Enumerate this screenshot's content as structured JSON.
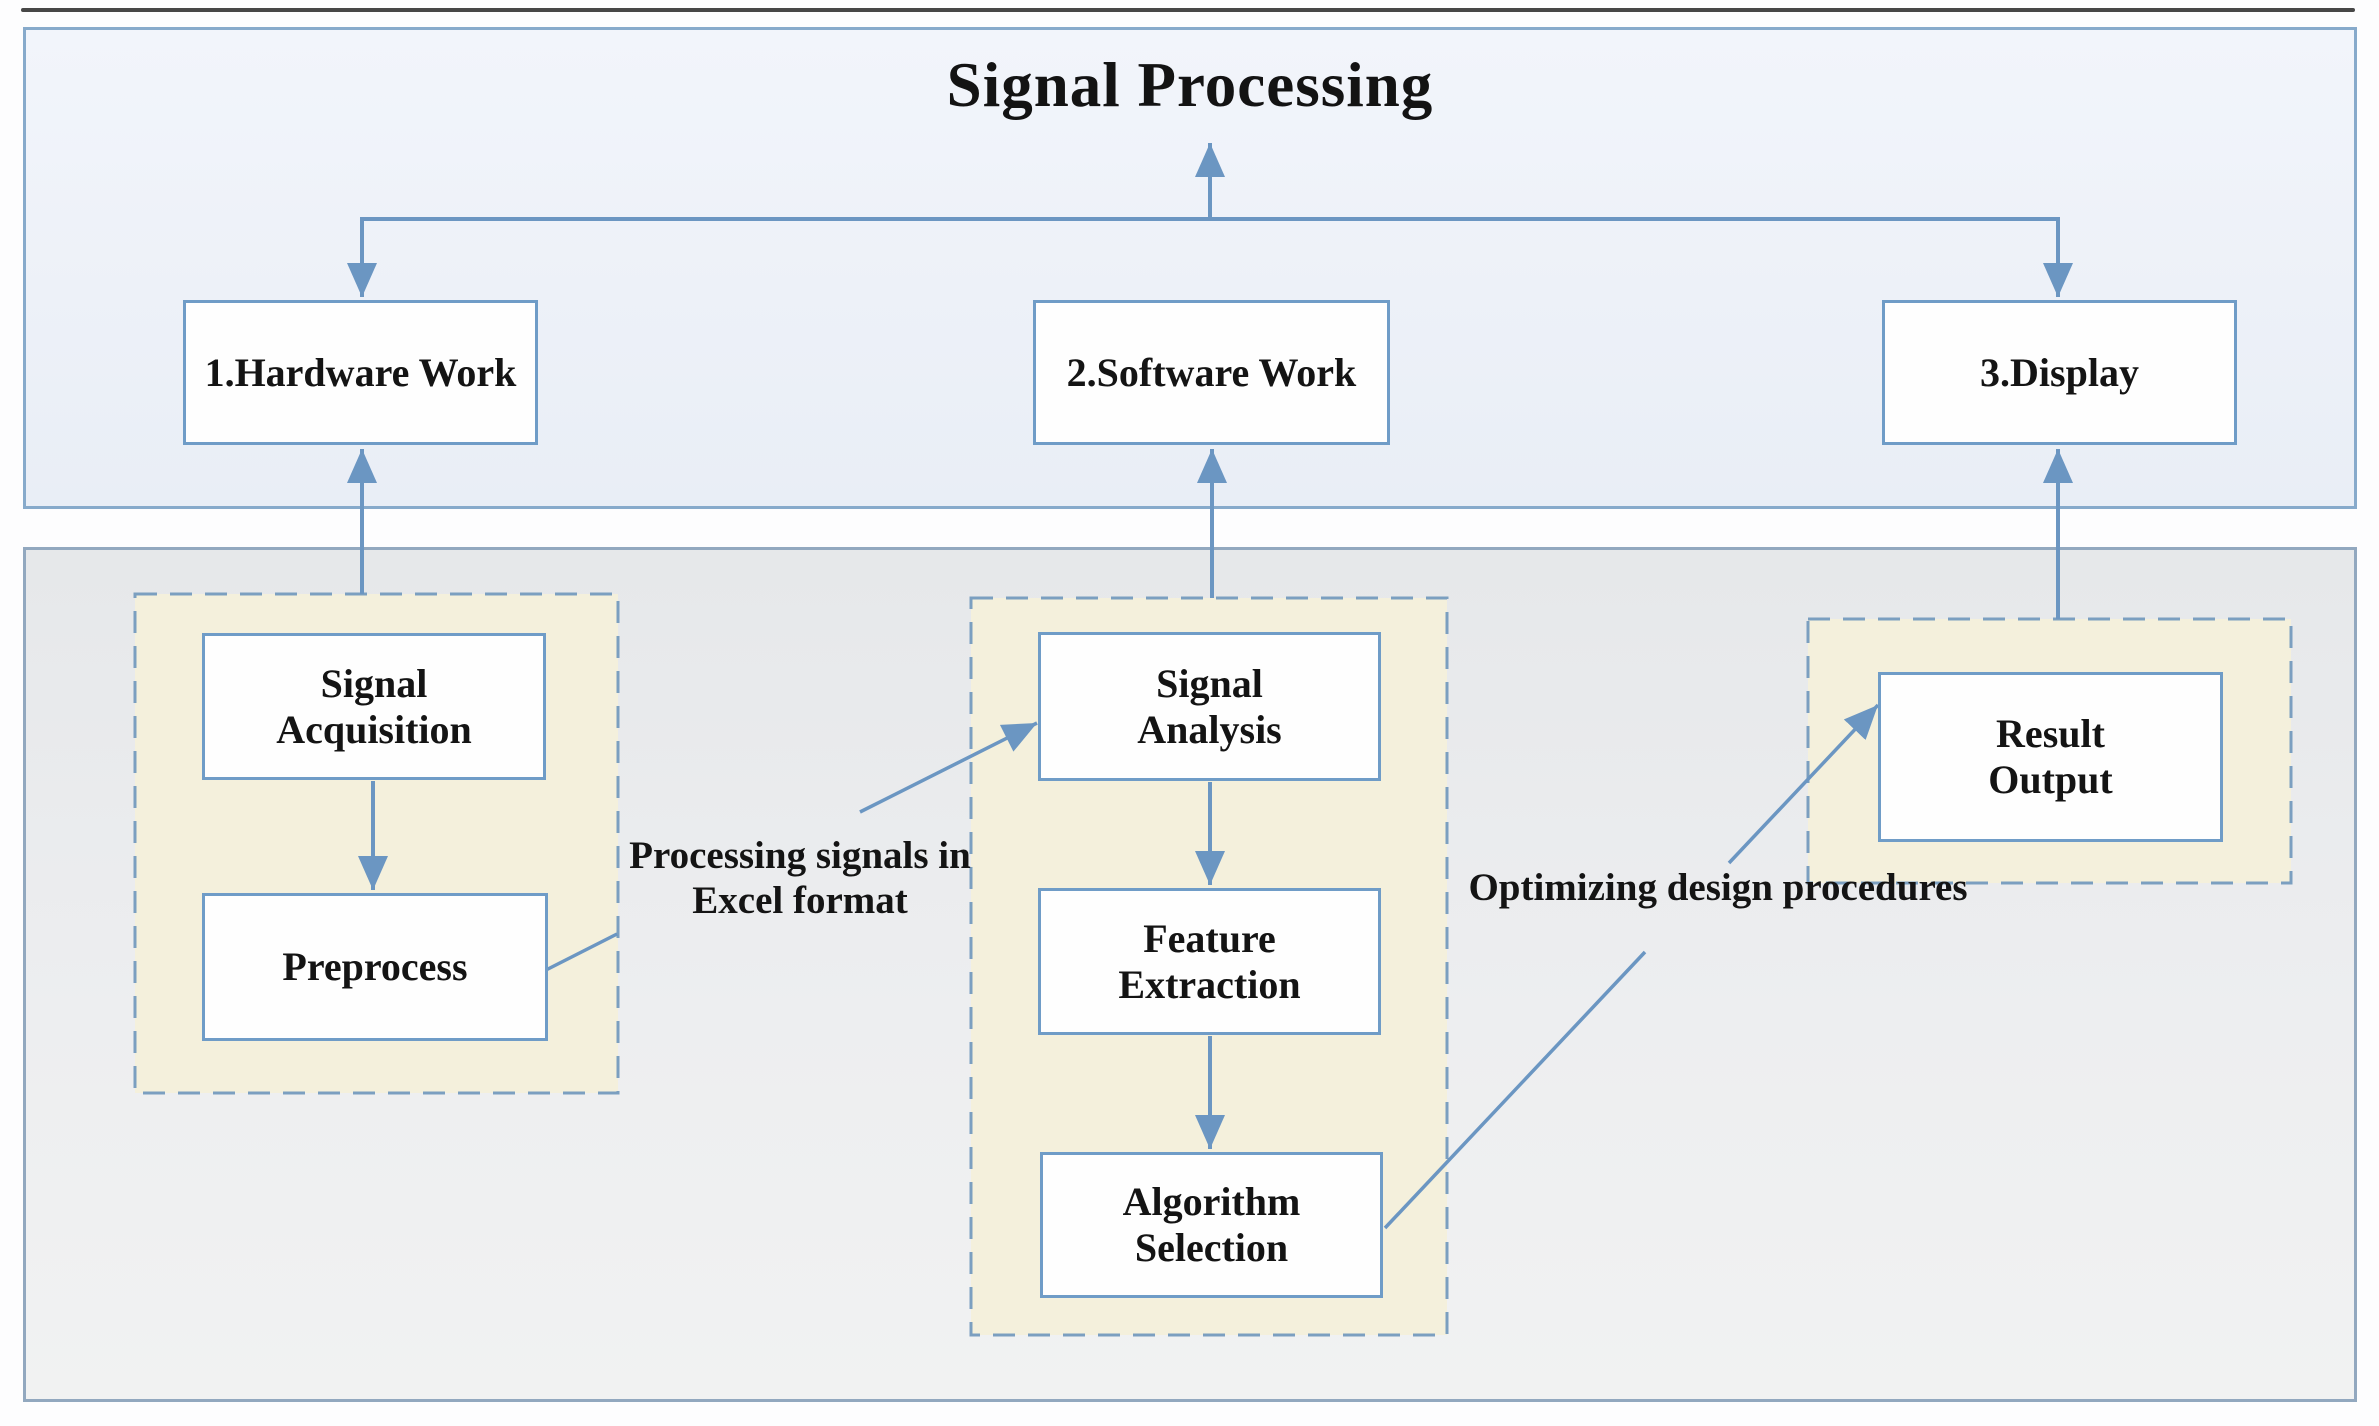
{
  "diagram": {
    "title": "Signal Processing",
    "top_row": {
      "hardware": {
        "label": "1.Hardware Work"
      },
      "software": {
        "label": "2.Software Work"
      },
      "display": {
        "label": "3.Display"
      }
    },
    "nodes": {
      "signal_acquisition": {
        "line1": "Signal",
        "line2": "Acquisition"
      },
      "preprocess": {
        "line1": "Preprocess"
      },
      "signal_analysis": {
        "line1": "Signal",
        "line2": "Analysis"
      },
      "feature_extraction": {
        "line1": "Feature",
        "line2": "Extraction"
      },
      "algorithm_selection": {
        "line1": "Algorithm",
        "line2": "Selection"
      },
      "result_output": {
        "line1": "Result",
        "line2": "Output"
      }
    },
    "annotations": {
      "excel_format": {
        "line1": "Processing signals in",
        "line2": "Excel format"
      },
      "optimize": {
        "line1": "Optimizing design procedures"
      }
    },
    "connections": [
      {
        "from": "top-connector",
        "to": "Signal Processing",
        "direction": "up"
      },
      {
        "from": "top-connector",
        "to": "1.Hardware Work",
        "direction": "down"
      },
      {
        "from": "top-connector",
        "to": "3.Display",
        "direction": "down"
      },
      {
        "from": "hardware-group",
        "to": "1.Hardware Work",
        "direction": "up"
      },
      {
        "from": "software-group",
        "to": "2.Software Work",
        "direction": "up"
      },
      {
        "from": "display-group",
        "to": "3.Display",
        "direction": "up"
      },
      {
        "from": "Signal Acquisition",
        "to": "Preprocess",
        "direction": "down"
      },
      {
        "from": "Signal Analysis",
        "to": "Feature Extraction",
        "direction": "down"
      },
      {
        "from": "Feature Extraction",
        "to": "Algorithm Selection",
        "direction": "down"
      },
      {
        "from": "Preprocess",
        "to": "Signal Analysis",
        "label": "Processing signals in Excel format"
      },
      {
        "from": "Algorithm Selection",
        "to": "Result Output",
        "label": "Optimizing design procedures"
      }
    ],
    "colors": {
      "accent_line": "#6b96c2",
      "box_border": "#6f9cc7",
      "dashed_border": "#7b9fc0",
      "group_fill": "#f4f0dc",
      "top_panel_fill": "#edf1f8",
      "bottom_panel_fill": "#ebedee",
      "top_panel_border": "#87aacb",
      "bottom_panel_border": "#92a8bf",
      "text": "#141414"
    }
  }
}
